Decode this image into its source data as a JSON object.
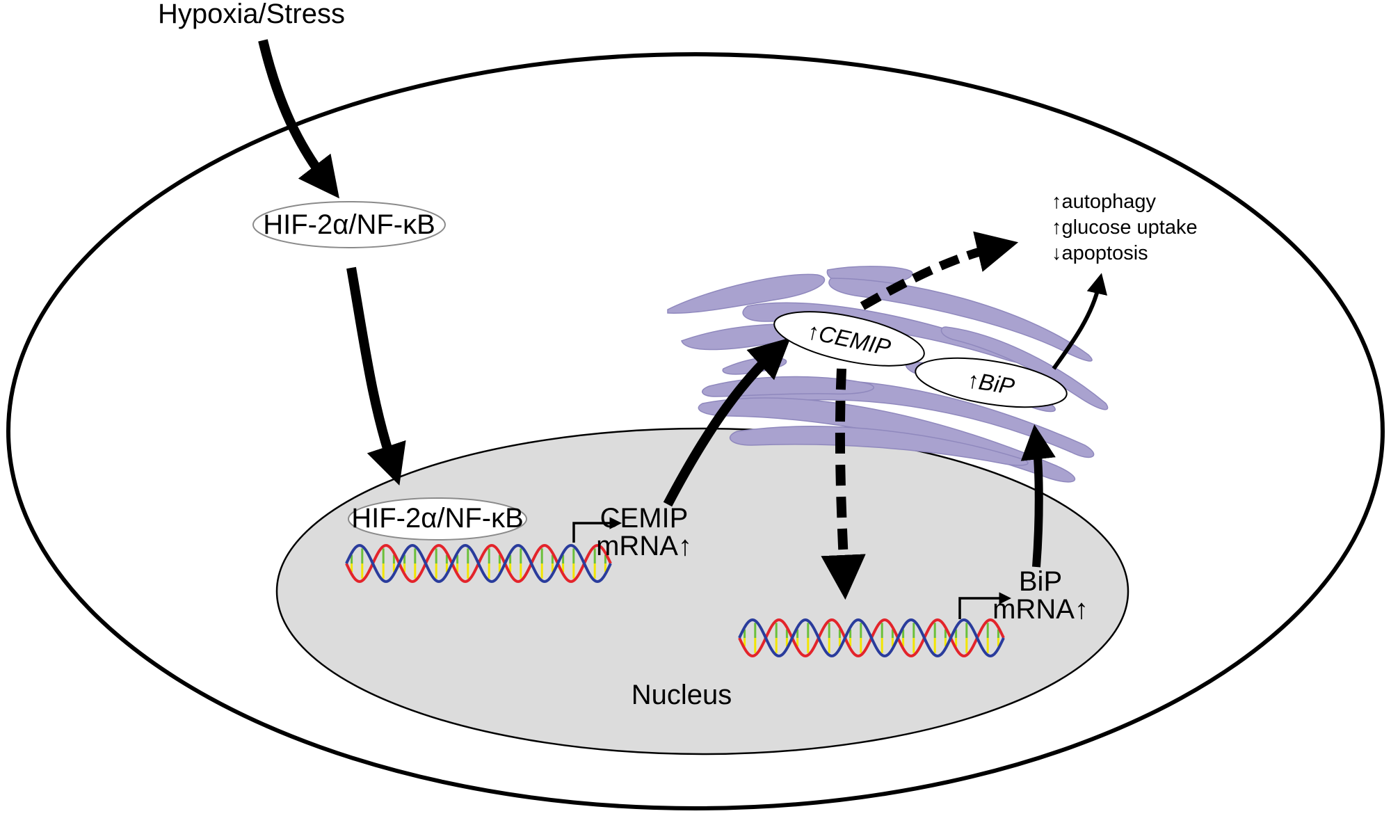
{
  "labels": {
    "stimulus": "Hypoxia/Stress",
    "cytoplasm_complex": "HIF-2α/NF-κB",
    "nuclear_complex": "HIF-2α/NF-κB",
    "cemip_mrna_line1": "CEMIP",
    "cemip_mrna_line2": "mRNA↑",
    "cemip_protein": "↑CEMIP",
    "bip_protein": "↑BiP",
    "bip_mrna_line1": "BiP",
    "bip_mrna_line2": "mRNA↑",
    "nucleus": "Nucleus"
  },
  "outcomes": [
    "↑autophagy",
    "↑glucose uptake",
    "↓apoptosis"
  ],
  "colors": {
    "er": "#a9a2cf",
    "er_stroke": "#8f88bd",
    "nucleus_fill": "#dcdcdc",
    "dna_strand_a": "#e3242b",
    "dna_strand_b": "#2a3c9c",
    "dna_rung_green": "#6bbf3a",
    "dna_rung_yellow": "#f2e600"
  }
}
